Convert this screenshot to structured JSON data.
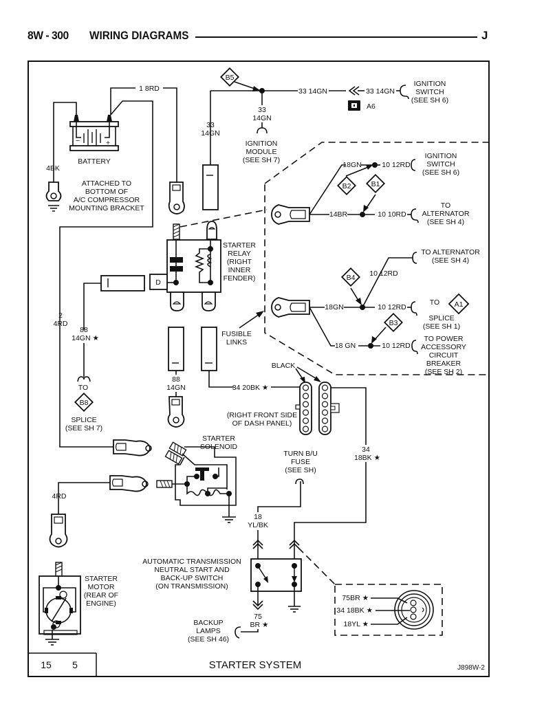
{
  "header": {
    "section_code": "8W - 300",
    "title": "WIRING DIAGRAMS",
    "model_letter": "J"
  },
  "components": {
    "battery": {
      "label": "BATTERY",
      "minus": "−",
      "plus": "+"
    },
    "ground_note": [
      "ATTACHED TO",
      "BOTTOM OF",
      "A/C COMPRESSOR",
      "MOUNTING BRACKET"
    ],
    "starter_relay": [
      "STARTER",
      "RELAY",
      "(RIGHT",
      "INNER",
      "FENDER)"
    ],
    "relay_terminal": "D",
    "fusible_links": [
      "FUSIBLE",
      "LINKS"
    ],
    "ignition_module": [
      "IGNITION",
      "MODULE",
      "(SEE SH 7)"
    ],
    "ignition_switch_top": [
      "IGNITION",
      "SWITCH",
      "(SEE SH 6)"
    ],
    "connector_a6": "A6",
    "starter_solenoid": [
      "STARTER",
      "SOLENOID"
    ],
    "starter_motor": [
      "STARTER",
      "MOTOR",
      "(REAR OF",
      "ENGINE)"
    ],
    "splice_b8": {
      "to": "TO",
      "id": "B8",
      "lines": [
        "SPLICE",
        "(SEE SH 7)"
      ]
    },
    "black_label": "BLACK",
    "dash_panel": [
      "(RIGHT FRONT SIDE",
      "OF DASH PANEL)"
    ],
    "turn_fuse": [
      "TURN B/U",
      "FUSE",
      "(SEE SH)"
    ],
    "nss_switch": [
      "AUTOMATIC TRANSMISSION",
      "NEUTRAL START AND",
      "BACK-UP SWITCH",
      "(ON TRANSMISSION)"
    ],
    "backup_lamps": [
      "BACKUP",
      "LAMPS",
      "(SEE SH 46)"
    ]
  },
  "splices": {
    "b5": "B5",
    "b2": "B2",
    "b1": "B1",
    "b4": "B4",
    "b3": "B3",
    "a1": "A1"
  },
  "detail_top": {
    "ign_switch": [
      "IGNITION",
      "SWITCH",
      "(SEE SH 6)"
    ],
    "to_alternator": [
      "TO",
      "ALTERNATOR",
      "(SEE SH 4)"
    ]
  },
  "detail_bottom": {
    "to_alternator": [
      "TO ALTERNATOR",
      "(SEE SH 4)"
    ],
    "to_splice": [
      "TO",
      "SPLICE",
      "(SEE SH 1)"
    ],
    "to_power": [
      "TO POWER",
      "ACCESSORY",
      "CIRCUIT",
      "BREAKER",
      "(SEE SH 2)"
    ]
  },
  "wires": {
    "w_1_8rd": "1 8RD",
    "w_4bk": "4BK",
    "w_33_14gn_a": "33 14GN",
    "w_33_14gn_b": "33 14GN",
    "w_33_vert": [
      "33",
      "14GN"
    ],
    "w_33_left": [
      "33",
      "14GN"
    ],
    "w_18gn_top": "18GN",
    "w_10_12rd_top": "10 12RD",
    "w_14br": "14BR",
    "w_10_10rd": "10 10RD",
    "w_10_12rd_up": "10 12RD",
    "w_18gn_mid": "18GN",
    "w_10_12rd_mid": "10 12RD",
    "w_18gn_low": "18 GN",
    "w_10_12rd_low": "10 12RD",
    "w_2_4rd": [
      "2",
      "4RD"
    ],
    "w_88_14gn_star": [
      "88",
      "14GN ★"
    ],
    "w_88_14gn": [
      "88",
      "14GN"
    ],
    "w_34_20bk": "34 20BK ★",
    "w_34_18bk": [
      "34",
      "18BK ★"
    ],
    "w_4rd": "4RD",
    "w_18_ylbk": [
      "18",
      "YL/BK"
    ],
    "w_75_br": [
      "75",
      "BR ★"
    ]
  },
  "connector_detail": [
    "75BR ★",
    "34 18BK ★",
    "18YL ★"
  ],
  "footer": {
    "num_left": "15",
    "num_right": "5",
    "title": "STARTER SYSTEM",
    "code": "J898W-2"
  }
}
